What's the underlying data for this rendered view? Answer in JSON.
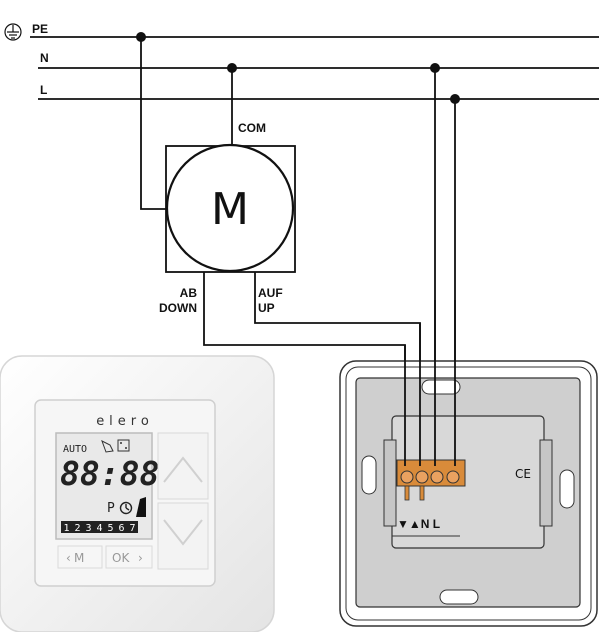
{
  "wires": {
    "pe_label": "PE",
    "n_label": "N",
    "l_label": "L"
  },
  "motor": {
    "symbol": "M",
    "com_label": "COM",
    "down_label_1": "AB",
    "down_label_2": "DOWN",
    "up_label_1": "AUF",
    "up_label_2": "UP"
  },
  "device": {
    "brand": "elero",
    "mode_label": "AUTO",
    "time_display": "88:88",
    "program_label": "P",
    "days": [
      "1",
      "2",
      "3",
      "4",
      "5",
      "6",
      "7"
    ],
    "menu_button": "M",
    "ok_button": "OK"
  },
  "terminal": {
    "ce_mark": "CE",
    "labels": "▼▲N L"
  },
  "colors": {
    "wire": "#111111",
    "terminal": "#d98b3a",
    "plate": "#cfcfcf"
  }
}
